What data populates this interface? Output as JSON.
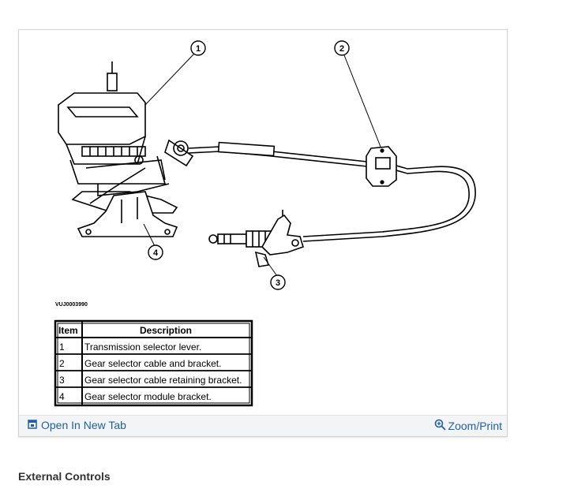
{
  "figure": {
    "code": "VUJ0003990",
    "callouts": [
      "1",
      "2",
      "3",
      "4"
    ],
    "table": {
      "headers": [
        "Item",
        "Description"
      ],
      "rows": [
        {
          "item": "1",
          "description": "Transmission selector lever."
        },
        {
          "item": "2",
          "description": "Gear selector cable and bracket."
        },
        {
          "item": "3",
          "description": "Gear selector cable retaining bracket."
        },
        {
          "item": "4",
          "description": "Gear selector module bracket."
        }
      ]
    }
  },
  "toolbar": {
    "open_tab_label": "Open In New Tab",
    "open_tab_icon": "open-in-new-tab-icon",
    "zoom_label": "Zoom/Print",
    "zoom_icon": "zoom-in-icon",
    "link_color": "#1f5fa8"
  },
  "section": {
    "heading": "External Controls"
  }
}
